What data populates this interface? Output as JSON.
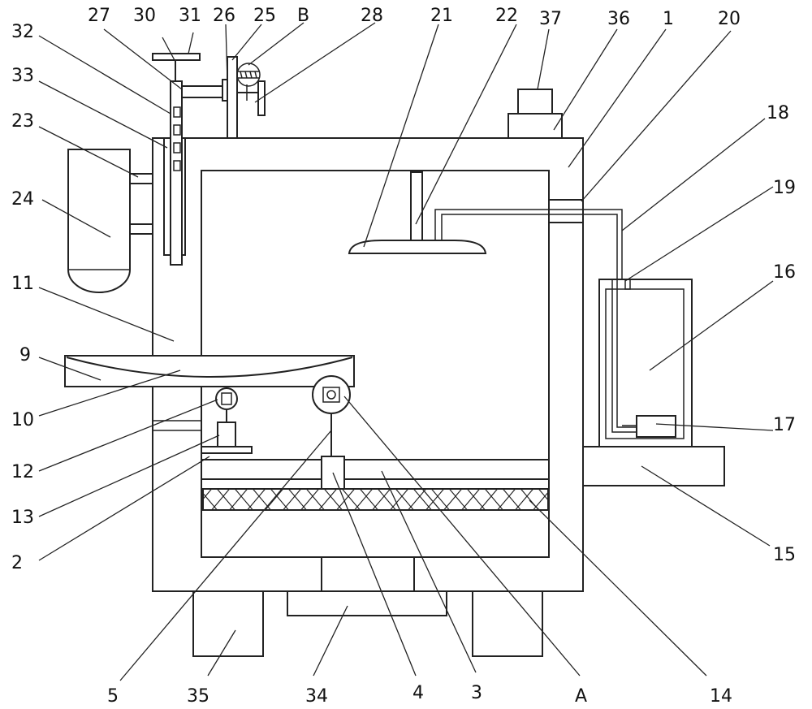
{
  "labels": {
    "l1": "1",
    "l2": "2",
    "l3": "3",
    "l4": "4",
    "l5": "5",
    "l9": "9",
    "l10": "10",
    "l11": "11",
    "l12": "12",
    "l13": "13",
    "l14": "14",
    "l15": "15",
    "l16": "16",
    "l17": "17",
    "l18": "18",
    "l19": "19",
    "l20": "20",
    "l21": "21",
    "l22": "22",
    "l23": "23",
    "l24": "24",
    "l25": "25",
    "l26": "26",
    "l27": "27",
    "l28": "28",
    "l30": "30",
    "l31": "31",
    "l32": "32",
    "l33": "33",
    "l34": "34",
    "l35": "35",
    "l36": "36",
    "l37": "37",
    "lA": "A",
    "lB": "B"
  }
}
